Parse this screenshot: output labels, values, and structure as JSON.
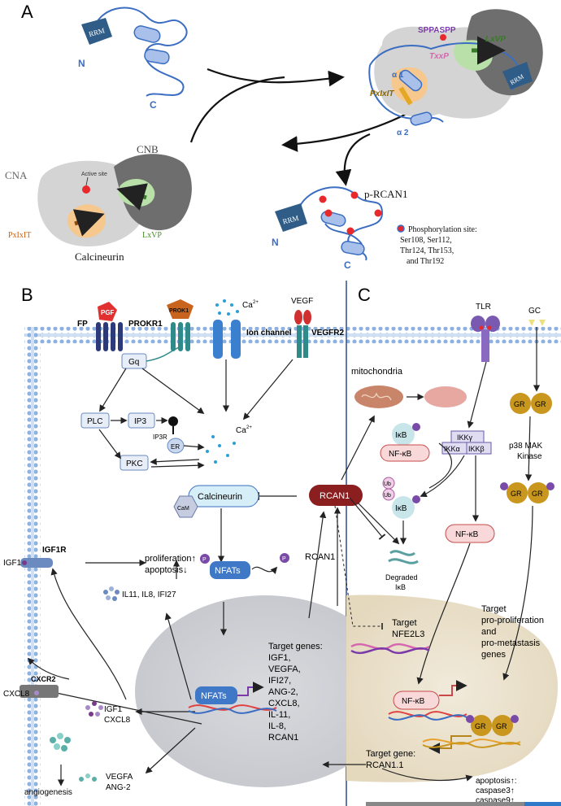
{
  "panels": {
    "a": "A",
    "b": "B",
    "c": "C"
  },
  "colors": {
    "protein_blue": "#3b6ec2",
    "domain_dark": "#2f5d87",
    "membrane": "#8fb1e0",
    "rcan1_fill": "#8b1e1e",
    "phospho_red": "#e8282b",
    "nfat_blue": "#3e78c7",
    "divider": "#2a4d8f",
    "gc_gold": "#c9961e"
  },
  "panel_a": {
    "rrm_top": "RRM",
    "n_top": "N",
    "c_top": "C",
    "motif_sppaspp": "SPPASPP",
    "motif_lxvp": "LxVP",
    "motif_txxp": "TxxP",
    "motif_pxixit": "PxIxIT",
    "alpha1": "α 1",
    "alpha2": "α 2",
    "rrm_bound": "RRM",
    "cna": "CNA",
    "cnb": "CNB",
    "active_site": "Active site",
    "pxixit_cn": "PxIxIT",
    "lxvp_cn": "LxVP",
    "calcineurin": "Calcineurin",
    "prcan1": "p-RCAN1",
    "rrm_p": "RRM",
    "n_p": "N",
    "c_p": "C",
    "phos_lines": [
      "Phosphorylation site:",
      "Ser108, Ser112,",
      "Thr124, Thr153,",
      "and Thr192"
    ]
  },
  "panel_b": {
    "pgf": "PGF",
    "fp": "FP",
    "prokr1": "PROKR1",
    "prok1": "PROK1",
    "ca_top": "Ca",
    "ca_sup": "2+",
    "ion_channel": "Ion channel",
    "vegf": "VEGF",
    "vegfr2": "VEGFR2",
    "gq": "Gq",
    "plc": "PLC",
    "ip3": "IP3",
    "ip3r": "IP3R",
    "er": "ER",
    "pkc": "PKC",
    "ca_mid": "Ca",
    "ca_mid_sup": "2+",
    "calcineurin": "Calcineurin",
    "cam": "CaM",
    "rcan1_box": "RCAN1",
    "rcan1_text": "RCAN1",
    "nfats": "NFATs",
    "nfats_nuc": "NFATs",
    "p": "P",
    "igf1r": "IGF1R",
    "igf1": "IGF1",
    "prolif": "proliferation↑",
    "apopt": "apoptosis↓",
    "il11_list": "IL11, IL8, IFI27",
    "cxcr2": "CXCR2",
    "cxcl8": "CXCL8",
    "igf1_sec": "IGF1",
    "cxcl8_sec": "CXCL8",
    "vegfa": "VEGFA",
    "ang2": "ANG-2",
    "angio": "angiogenesis",
    "target_genes": [
      "Target genes:",
      "IGF1,",
      "VEGFA,",
      "IFI27,",
      "ANG-2,",
      "CXCL8,",
      "IL-11,",
      "IL-8,",
      "RCAN1"
    ]
  },
  "panel_c": {
    "tlr": "TLR",
    "gc": "GC",
    "mito": "mitochondria",
    "gr": "GR",
    "ikb": "IκB",
    "nfkb": "NF-κB",
    "ikkg": "IKKγ",
    "ikka": "IKKα",
    "ikkb": "IKKβ",
    "p38": [
      "p38 MAK",
      "Kinase"
    ],
    "ub": "Ub",
    "degraded": [
      "Degraded",
      "IκB"
    ],
    "target_nfe": [
      "Target",
      "NFE2L3"
    ],
    "target_pro": [
      "Target",
      "pro-proliferation",
      "and",
      "pro-metastasis",
      "genes"
    ],
    "nfkb_nuc": "NF-κB",
    "target_rcan": [
      "Target gene:",
      "RCAN1.1"
    ],
    "apop_lines": [
      "apoptosis↑:",
      "caspase3↑",
      "caspase9↑"
    ]
  }
}
